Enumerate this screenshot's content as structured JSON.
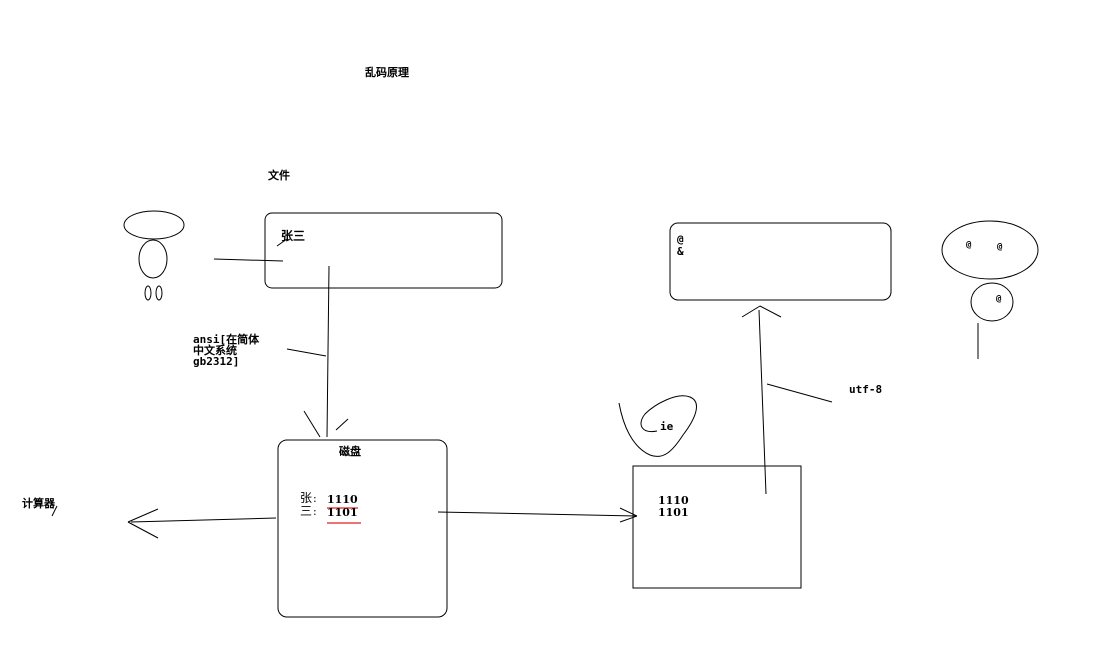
{
  "title": "乱码原理",
  "file_label": "文件",
  "file_box_text": "张三",
  "ansi_note": [
    "ansi[在简体",
    "中文系统",
    "gb2312]"
  ],
  "disk_label": "磁盘",
  "disk_rows": [
    {
      "char": "张",
      "bits": "1110"
    },
    {
      "char": "三",
      "bits": "1101"
    }
  ],
  "computer_label": "计算器",
  "ie_label": "ie",
  "ie_box_lines": [
    "1110",
    "1101"
  ],
  "utf8_label": "utf-8",
  "output_box_lines": [
    "@",
    "&"
  ],
  "colors": {
    "stroke": "#000000",
    "underline": "#e02020"
  }
}
